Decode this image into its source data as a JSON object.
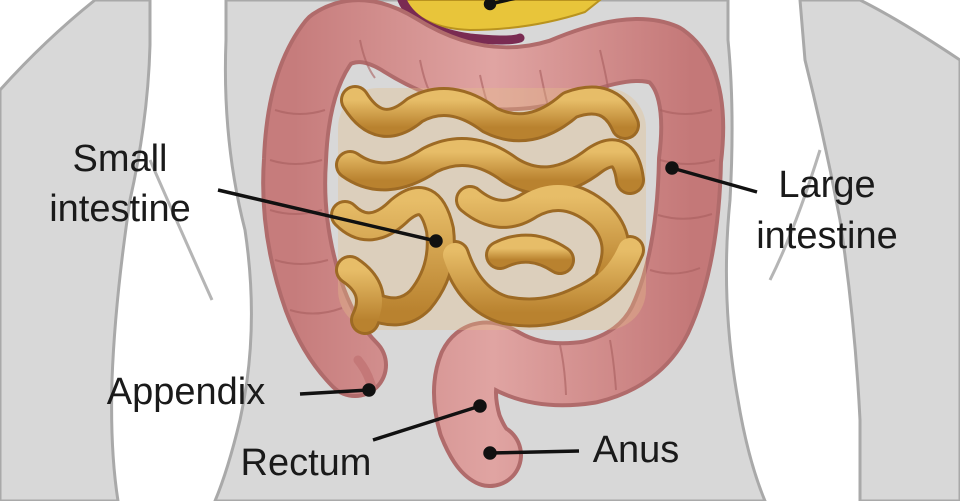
{
  "labels": {
    "small_intestine": [
      "Small",
      "intestine"
    ],
    "large_intestine": [
      "Large",
      "intestine"
    ],
    "appendix": "Appendix",
    "rectum": "Rectum",
    "anus": "Anus"
  },
  "colors": {
    "body": "#d8d8d8",
    "body_outline": "#a9a9a9",
    "large_intestine": "#cf8a8a",
    "small_intestine": "#d5a24a",
    "stomach": "#e8c53a",
    "esophagus": "#7a2b52",
    "leader_line": "#111111"
  }
}
